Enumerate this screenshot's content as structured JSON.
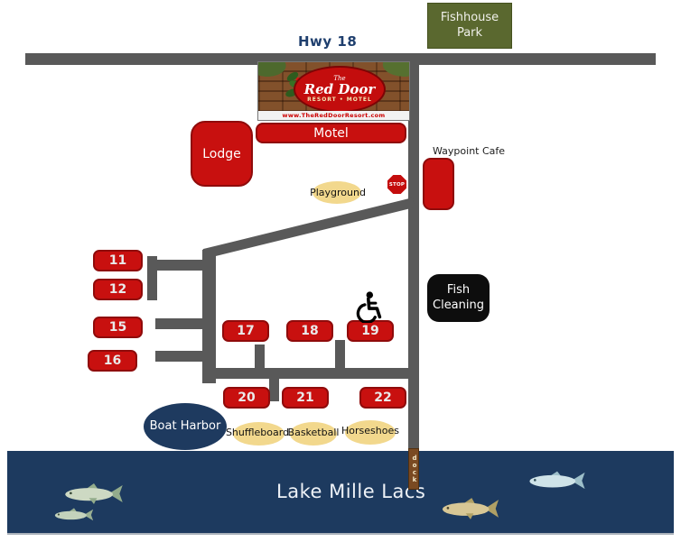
{
  "colors": {
    "road": "#595959",
    "red": "#c8100f",
    "redBorder": "#8f0b0b",
    "navy": "#1e3a5f",
    "lake": "#1d3a5f",
    "olive": "#5a682f",
    "yellow": "#f2d88d",
    "dockBrown": "#7a4a22",
    "hwyText": "#1f3f6e"
  },
  "labels": {
    "hwy": "Hwy 18",
    "fishhouse_park": "Fishhouse Park",
    "motel": "Motel",
    "lodge": "Lodge",
    "waypoint_cafe": "Waypoint Cafe",
    "stop": "STOP",
    "playground": "Playground",
    "fish_cleaning": "Fish Cleaning",
    "boat_harbor": "Boat Harbor",
    "shuffleboard": "Shuffleboard",
    "basketball": "Basketball",
    "horseshoes": "Horseshoes",
    "dock": "dock",
    "lake": "Lake Mille Lacs"
  },
  "sign": {
    "prefix": "The",
    "name": "Red Door",
    "subtitle": "RESORT • MOTEL",
    "url": "www.TheRedDoorResort.com"
  },
  "cabins": [
    "11",
    "12",
    "15",
    "16",
    "17",
    "18",
    "19",
    "20",
    "21",
    "22"
  ]
}
